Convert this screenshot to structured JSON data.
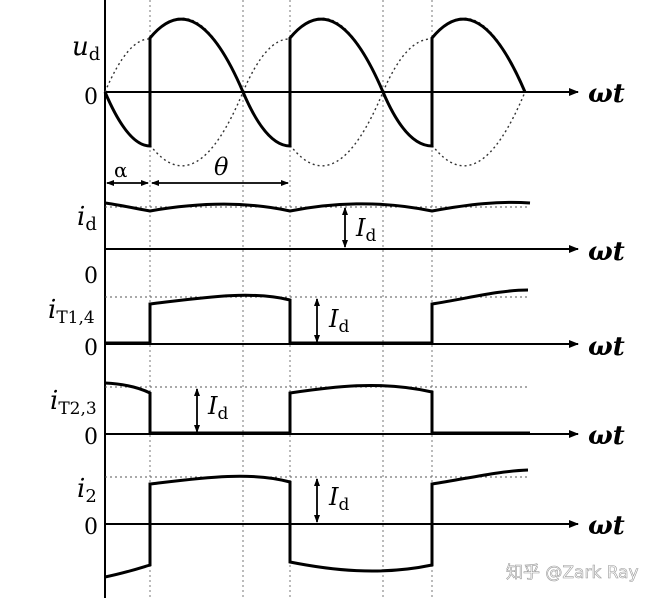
{
  "diagram": {
    "signals": [
      {
        "id": "ud",
        "symbol": "u",
        "subscript": "d"
      },
      {
        "id": "id",
        "symbol": "i",
        "subscript": "d"
      },
      {
        "id": "iT14",
        "symbol": "i",
        "subscript": "T1,4"
      },
      {
        "id": "iT23",
        "symbol": "i",
        "subscript": "T2,3"
      },
      {
        "id": "i2",
        "symbol": "i",
        "subscript": "2"
      }
    ],
    "axis_label": "ωt",
    "zero_label": "0",
    "alpha_label": "α",
    "theta_label": "θ",
    "current_label": {
      "symbol": "I",
      "subscript": "d"
    }
  },
  "watermark": "知乎 @Zark Ray"
}
